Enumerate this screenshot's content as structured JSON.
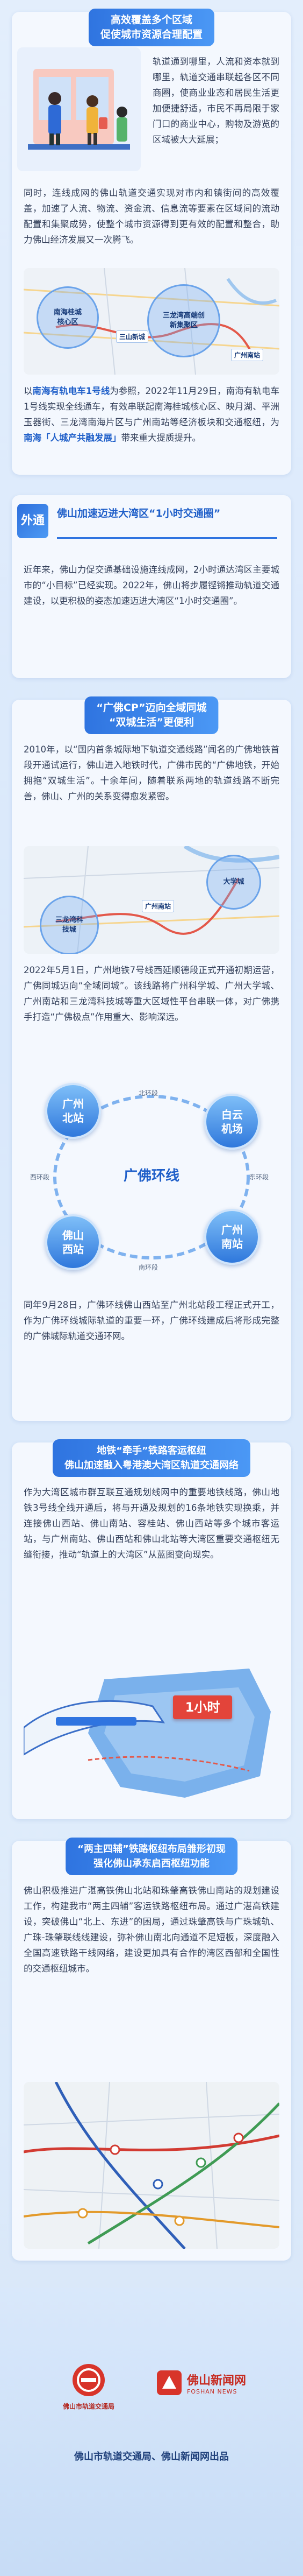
{
  "section1": {
    "title_line1": "高效覆盖多个区域",
    "title_line2": "促使城市资源合理配置",
    "para1": "轨道通到哪里，人流和资本就到哪里，轨道交通串联起各区不同商圈，使商业业态和居民生活更加便捷舒适，市民不再局限于家门口的商业中心，购物及游览的区域被大大延展；",
    "para2_before": "同时，连线成网的佛山轨道交通实现对市内和镇街间的高效覆盖，加速了人流、物流、资金流、信息流等要素在区域间的流动配置和集聚成势，使整个城市资源得到更有效的配置和整合，助力佛山经济发展又一次腾飞。",
    "map_labels": {
      "nanhai_guicheng": "南海桂城核心区",
      "sanlong": "三龙湾高端创新集聚区",
      "sanshan": "三山新城",
      "guangzhou_south": "广州南站"
    },
    "para3_pre": "以",
    "para3_hl1": "南海有轨电车1号线",
    "para3_mid": "为参照，2022年11月29日，南海有轨电车1号线实现全线通车，有效串联起南海桂城核心区、映月湖、平洲玉器街、三龙湾南海片区与广州南站等经济板块和交通枢纽，为",
    "para3_hl2": "南海「人城产共融发展」",
    "para3_post": "带来重大提质提升。"
  },
  "section2": {
    "tag_line1": "外",
    "tag_line2": "通",
    "title": "佛山加速迈进大湾区“1小时交通圈”",
    "para1": "近年来，佛山力促交通基础设施连线成网，2小时通达湾区主要城市的“小目标”已经实现。2022年，佛山将步履铿锵推动轨道交通建设，以更积极的姿态加速迈进大湾区“1小时交通圈”。"
  },
  "section3": {
    "title_line1": "“广佛CP”迈向全域同城",
    "title_line2": "“双城生活”更便利",
    "para1": "2010年，以“国内首条城际地下轨道交通线路”闻名的广佛地铁首段开通试运行，佛山进入地铁时代，广佛市民的“广佛地铁，开始拥抱“双城生活”。十余年间，随着联系两地的轨道线路不断完善，佛山、广州的关系变得愈发紧密。",
    "map_labels": {
      "daxuecheng": "大学城",
      "guangzhou_south": "广州南站",
      "sanlong": "三龙湾科技城"
    },
    "para2": "2022年5月1日，广州地铁7号线西延顺德段正式开通初期运营，广佛同城迈向“全域同城”。该线路将广州科学城、广州大学城、广州南站和三龙湾科技城等重大区域性平台串联一体，对广佛携手打造“广佛极点”作用重大、影响深远。",
    "ring": {
      "center": "广佛环线",
      "north_line": "北环段",
      "east_line": "东环段",
      "south_line": "南环段",
      "west_line": "西环段",
      "stations": [
        "广州北站",
        "白云机场",
        "佛山西站",
        "广州南站"
      ]
    },
    "para3": "同年9月28日，广佛环线佛山西站至广州北站段工程正式开工，作为广佛环线城际轨道的重要一环，广佛环线建成后将形成完整的广佛城际轨道交通环网。"
  },
  "section4": {
    "title_line1": "地铁“牵手”铁路客运枢纽",
    "title_line2": "佛山加速融入粤港澳大湾区轨道交通网络",
    "para1": "作为大湾区城市群互联互通规划线网中的重要地铁线路，佛山地铁3号线全线开通后，将与开通及规划的16条地铁实现换乘，并连接佛山西站、佛山南站、容桂站、佛山西站等多个城市客运站，与广州南站、佛山西站和佛山北站等大湾区重要交通枢纽无缝衔接，推动“轨道上的大湾区”从蓝图变向现实。",
    "badge": "1小时"
  },
  "section5": {
    "title_line1": "“两主四辅”铁路枢纽布局雏形初现",
    "title_line2": "强化佛山承东启西枢纽功能",
    "para1": "佛山积极推进广湛高铁佛山北站和珠肇高铁佛山南站的规划建设工作，构建我市“两主四辅”客运铁路枢纽布局。通过广湛高铁建设，突破佛山“北上、东进”的困局，通过珠肇高铁与广珠城轨、广珠-珠肇联线线建设，弥补佛山南北向通道不足短板，深度融入全国高速铁路干线网络，建设更加具有合作的湾区西部和全国性的交通枢纽城市。"
  },
  "footer": {
    "logo1_caption": "佛山市轨道交通局",
    "logo2_name": "佛山新闻网",
    "logo2_en": "FOSHAN NEWS",
    "credit": "佛山市轨道交通局、佛山新闻网出品"
  },
  "colors": {
    "accent": "#2f74e0",
    "highlight": "#1f5fc9",
    "background": "#dbe9fa"
  }
}
